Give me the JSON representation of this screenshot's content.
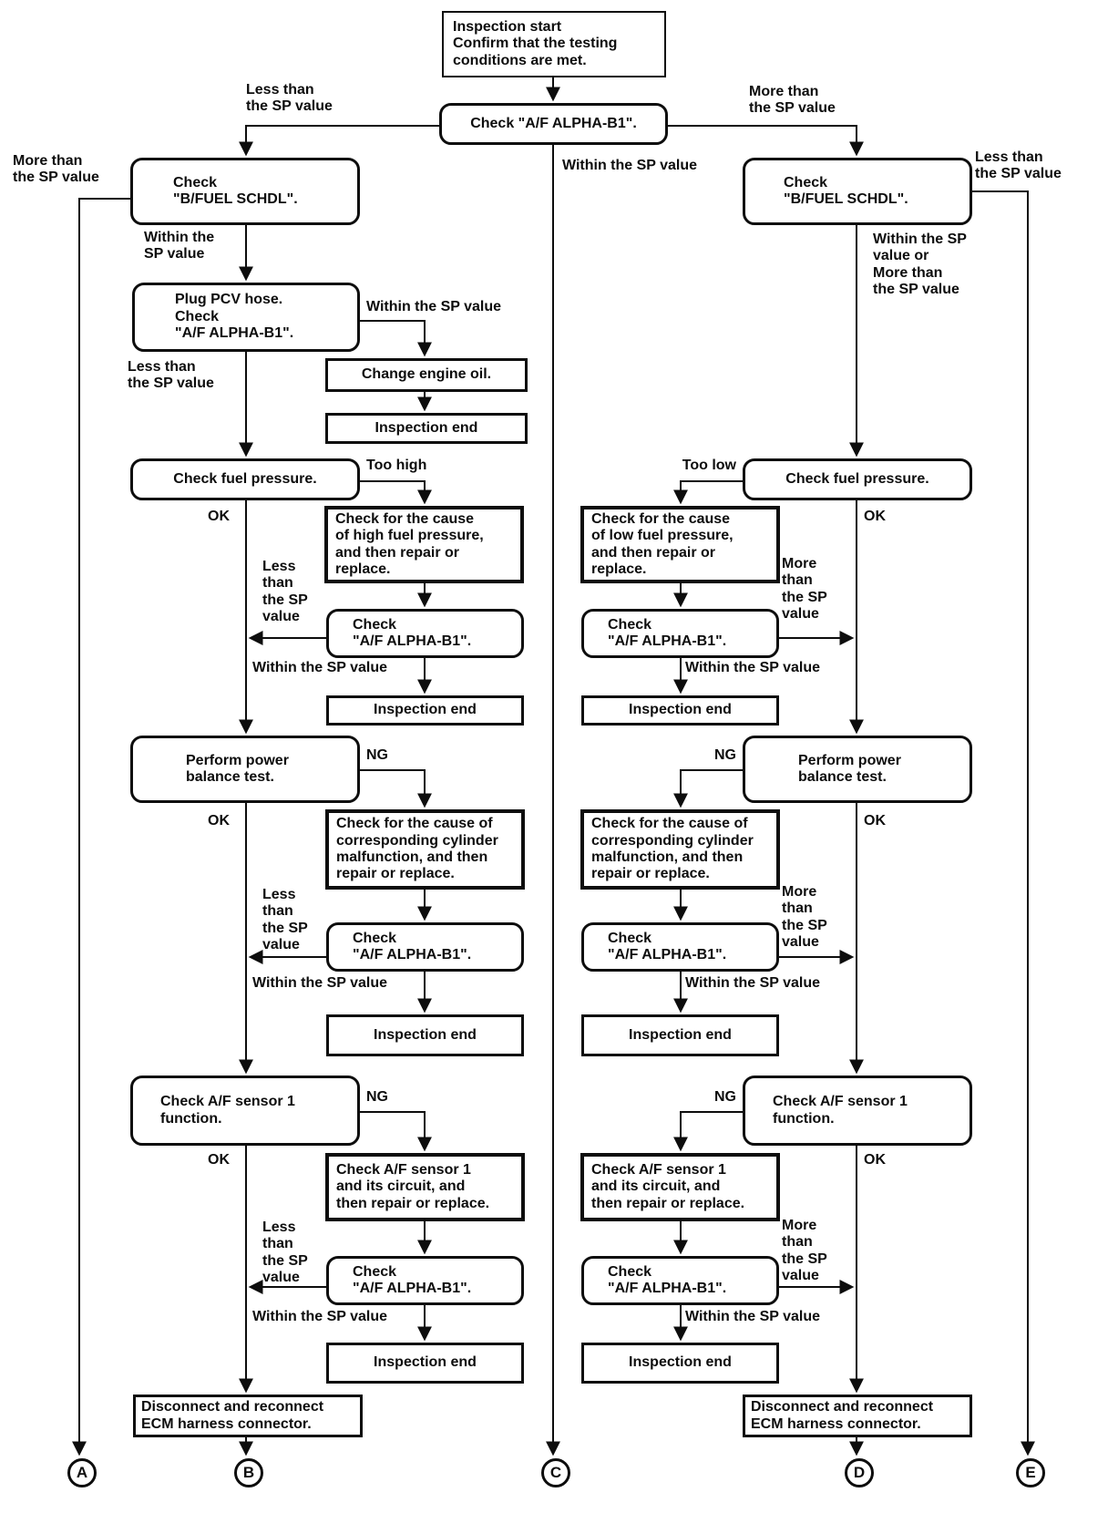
{
  "nodes": {
    "start": "Inspection start\nConfirm that the testing\nconditions are met.",
    "check_af": "Check \"A/F ALPHA-B1\".",
    "check_af_2l": "Check\n\"A/F ALPHA-B1\".",
    "check_bfuel": "Check\n\"B/FUEL SCHDL\".",
    "plug_pcv": "Plug PCV hose.\nCheck\n\"A/F ALPHA-B1\".",
    "change_oil": "Change engine oil.",
    "inspection_end": "Inspection end",
    "check_fuel": "Check fuel pressure.",
    "cause_high": "Check for the cause\nof high fuel pressure,\nand then repair or\nreplace.",
    "cause_low": "Check for the cause\nof low fuel pressure,\nand then repair or\nreplace.",
    "power_balance": "Perform power\nbalance test.",
    "cause_cyl": "Check for the cause of\ncorresponding cylinder\nmalfunction, and then\nrepair or replace.",
    "check_sensor": "Check A/F sensor 1\nfunction.",
    "sensor_circuit": "Check A/F sensor 1\nand its circuit, and\nthen repair or replace.",
    "disconnect": "Disconnect and reconnect\nECM harness connector."
  },
  "labels": {
    "less_2": "Less than\nthe SP value",
    "more_2": "More than\nthe SP value",
    "within_2": "Within the\nSP value",
    "within_1": "Within the SP value",
    "within_or": "Within the SP\nvalue or\nMore than\nthe SP value",
    "less_4": "Less\nthan\nthe SP\nvalue",
    "more_4": "More\nthan\nthe SP\nvalue",
    "too_high": "Too high",
    "too_low": "Too low",
    "ok": "OK",
    "ng": "NG"
  },
  "terminals": {
    "a": "A",
    "b": "B",
    "c": "C",
    "d": "D",
    "e": "E"
  },
  "line_color": "#0d0d0d"
}
